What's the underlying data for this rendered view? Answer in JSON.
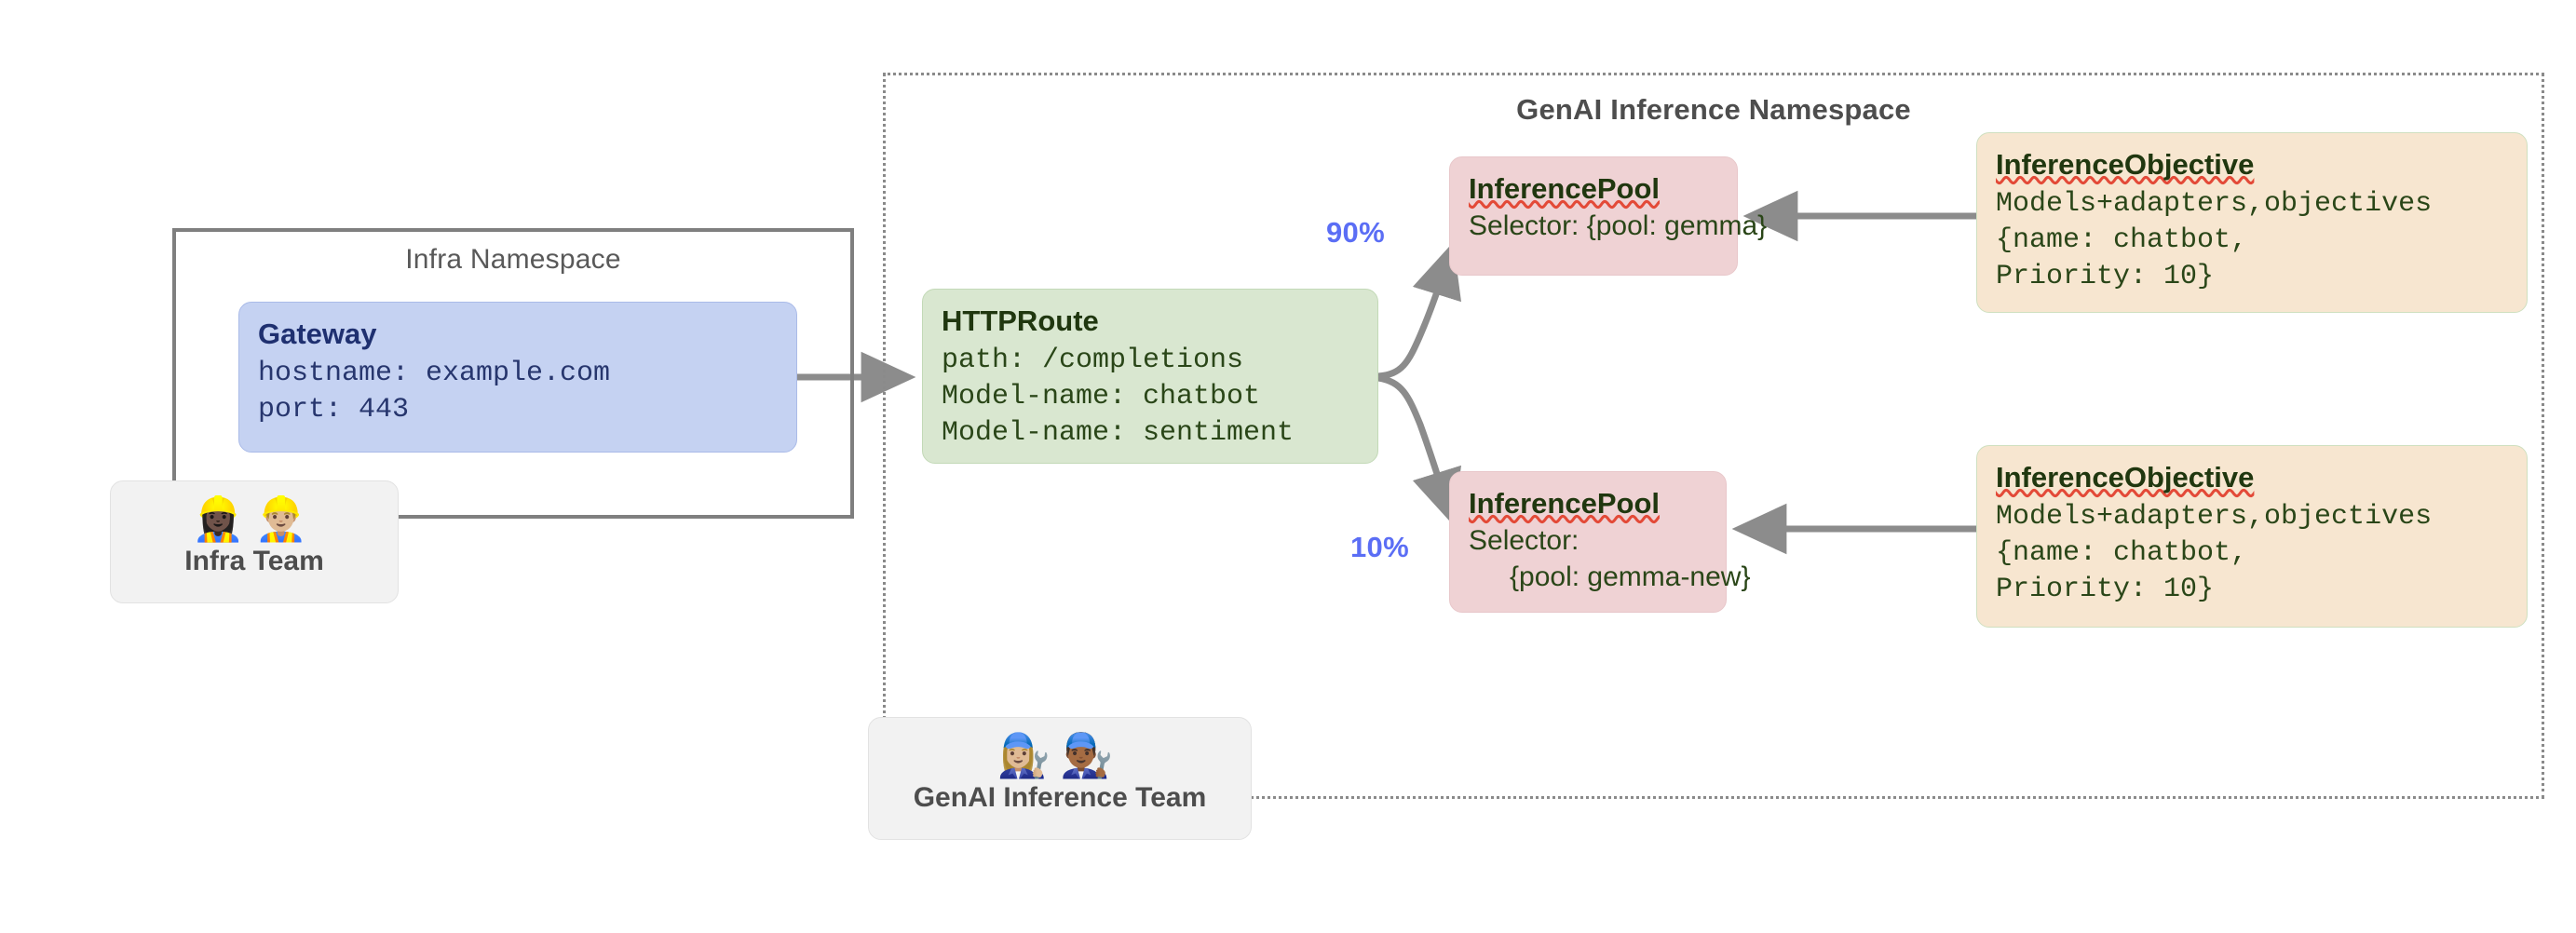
{
  "diagram": {
    "title": "Gateway API Inference Extension architecture",
    "colors": {
      "gateway_fill": "#c5d2f2",
      "route_fill": "#d9e7d0",
      "pool_fill": "#efd2d4",
      "objective_fill": "#f7e6d0",
      "team_fill": "#f2f2f2",
      "arrow": "#8c8c8c",
      "percent_label": "#5b6ef5",
      "namespace_border": "#7f7f7f"
    }
  },
  "namespaces": {
    "infra": {
      "title": "Infra Namespace"
    },
    "genai": {
      "title": "GenAI Inference Namespace"
    }
  },
  "nodes": {
    "gateway": {
      "title": "Gateway",
      "lines": [
        "hostname: example.com",
        "port: 443"
      ]
    },
    "httproute": {
      "title": "HTTPRoute",
      "lines": [
        "path: /completions",
        "Model-name: chatbot",
        "Model-name: sentiment"
      ]
    },
    "pool_gemma": {
      "title": "InferencePool",
      "lines": [
        "Selector: {pool: gemma}"
      ]
    },
    "pool_gemma_new": {
      "title": "InferencePool",
      "lines": [
        "Selector:",
        "{pool: gemma-new}"
      ]
    },
    "objective_top": {
      "title": "InferenceObjective",
      "lines": [
        "Models+adapters,objectives",
        "{name: chatbot,",
        "Priority: 10}"
      ]
    },
    "objective_bottom": {
      "title": "InferenceObjective",
      "lines": [
        "Models+adapters,objectives",
        "{name: chatbot,",
        "Priority: 10}"
      ]
    }
  },
  "teams": {
    "infra": {
      "label": "Infra Team",
      "faces": "👷🏿‍♀️👷🏼‍♂️"
    },
    "genai": {
      "label": "GenAI Inference Team",
      "faces": "👩🏼‍🔧👨🏾‍🔧"
    }
  },
  "edges": {
    "split_top_label": "90%",
    "split_bottom_label": "10%"
  }
}
